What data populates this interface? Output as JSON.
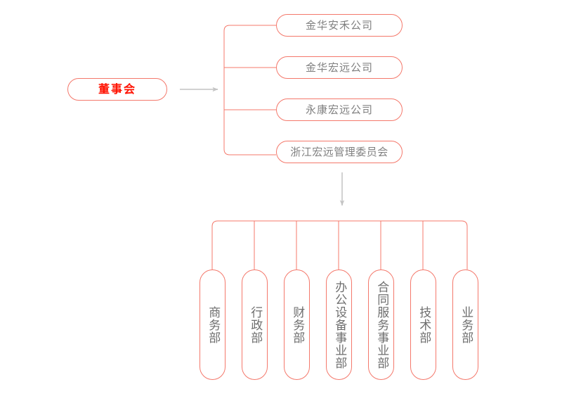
{
  "diagram": {
    "type": "organization-chart",
    "colors": {
      "node_border": "#f4786b",
      "root_text": "#ff1100",
      "node_text": "#808080",
      "arrow": "#c9c9c9"
    },
    "root": {
      "label": "董事会"
    },
    "divisions": [
      {
        "label": "金华安禾公司"
      },
      {
        "label": "金华宏远公司"
      },
      {
        "label": "永康宏远公司"
      },
      {
        "label": "浙江宏远管理委员会"
      }
    ],
    "departments": [
      {
        "label": "商务部"
      },
      {
        "label": "行政部"
      },
      {
        "label": "财务部"
      },
      {
        "label": "办公设备事业部"
      },
      {
        "label": "合同服务事业部"
      },
      {
        "label": "技术部"
      },
      {
        "label": "业务部"
      }
    ],
    "connectors": {
      "root_to_divisions": "arrow-right",
      "divisions_to_departments": "arrow-down"
    }
  }
}
